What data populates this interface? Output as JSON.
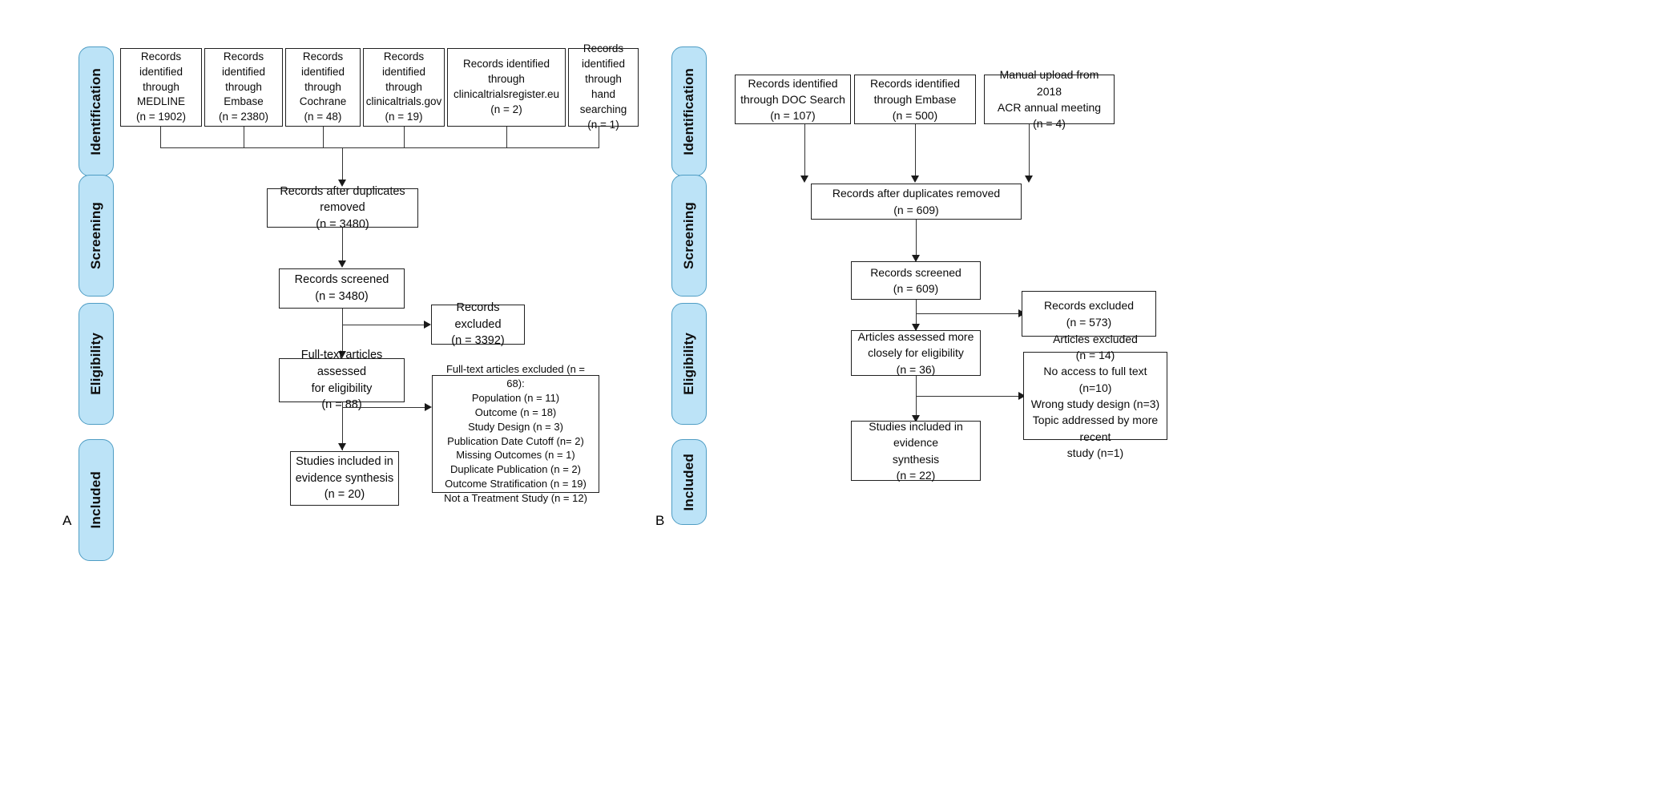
{
  "figure": {
    "type": "prisma-flow-diagram",
    "accent_blue": "#bce3f7",
    "accent_blue_border": "#4f9dc4",
    "box_border": "#202020",
    "line_color": "#333333",
    "background": "#ffffff"
  },
  "panel_a": {
    "letter": "A",
    "stages": [
      {
        "id": "identification",
        "label": "Identification"
      },
      {
        "id": "screening",
        "label": "Screening"
      },
      {
        "id": "eligibility",
        "label": "Eligibility"
      },
      {
        "id": "included",
        "label": "Included"
      }
    ],
    "sources": [
      {
        "id": "medline",
        "text": "Records\nidentified\nthrough\nMEDLINE\n(n = 1902)"
      },
      {
        "id": "embase",
        "text": "Records\nidentified\nthrough\nEmbase\n(n = 2380)"
      },
      {
        "id": "cochrane",
        "text": "Records\nidentified\nthrough\nCochrane\n(n = 48)"
      },
      {
        "id": "clinicaltrials-gov",
        "text": "Records\nidentified\nthrough\nclinicaltrials.gov\n(n = 19)"
      },
      {
        "id": "clinicaltrialsregister-eu",
        "text": "Records identified\nthrough\nclinicaltrialsregister.eu\n(n = 2)"
      },
      {
        "id": "hand-searching",
        "text": "Records\nidentified\nthrough hand\nsearching\n(n = 1)"
      }
    ],
    "duplicates_removed": "Records after duplicates removed\n(n = 3480)",
    "records_screened": "Records screened\n(n = 3480)",
    "records_excluded": "Records excluded\n(n = 3392)",
    "fulltext_assessed": "Full-text articles assessed\nfor eligibility\n(n = 88)",
    "fulltext_excluded": "Full-text articles excluded (n = 68):\nPopulation (n = 11)\nOutcome (n = 18)\nStudy Design (n = 3)\nPublication Date Cutoff (n= 2)\nMissing Outcomes (n = 1)\nDuplicate Publication (n = 2)\nOutcome Stratification (n = 19)\nNot a Treatment Study  (n = 12)",
    "studies_included": "Studies included in\nevidence synthesis\n(n = 20)"
  },
  "panel_b": {
    "letter": "B",
    "stages": [
      {
        "id": "identification",
        "label": "Identification"
      },
      {
        "id": "screening",
        "label": "Screening"
      },
      {
        "id": "eligibility",
        "label": "Eligibility"
      },
      {
        "id": "included",
        "label": "Included"
      }
    ],
    "sources": [
      {
        "id": "doc-search",
        "text": "Records identified\nthrough DOC Search\n(n = 107)"
      },
      {
        "id": "embase",
        "text": "Records identified\nthrough Embase\n(n = 500)"
      },
      {
        "id": "manual-upload-acr",
        "text": "Manual upload from 2018\nACR annual meeting\n(n = 4)"
      }
    ],
    "duplicates_removed": "Records after duplicates removed\n(n = 609)",
    "records_screened": "Records screened\n(n = 609)",
    "records_excluded": "Records excluded\n(n = 573)",
    "articles_assessed": "Articles assessed more\nclosely for eligibility\n(n = 36)",
    "articles_excluded": "Articles excluded\n(n = 14)\nNo access to full text (n=10)\nWrong study design (n=3)\nTopic addressed by more recent\nstudy (n=1)",
    "studies_included": "Studies included in evidence\nsynthesis\n(n = 22)"
  }
}
